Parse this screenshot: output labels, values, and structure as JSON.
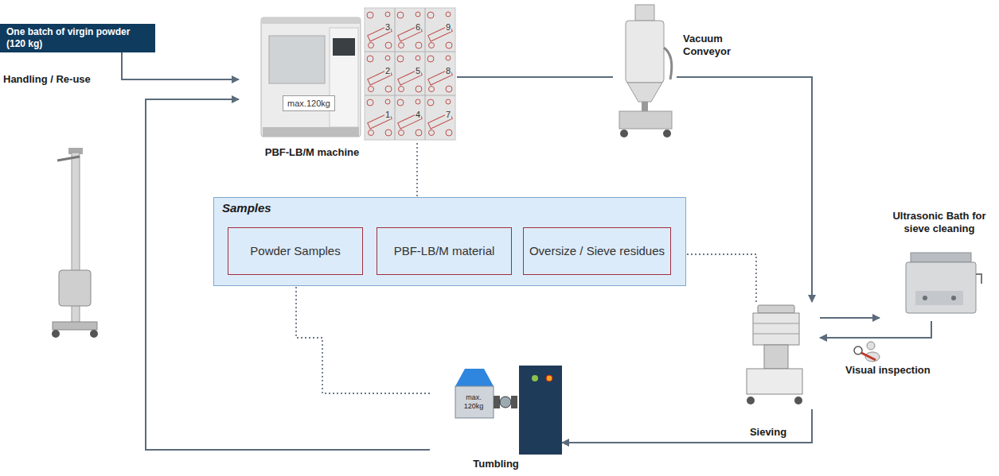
{
  "diagram": {
    "nodes": [
      {
        "text": [
          "One batch of virgin powder (120 kg)"
        ]
      },
      {
        "text": [
          "max.120kg",
          "PBF-LB/M machine"
        ]
      },
      {
        "text": [
          "Vacuum Conveyor"
        ]
      },
      {
        "text": [
          "Samples"
        ]
      },
      {
        "text": [
          "Powder Samples"
        ],
        "in": 3
      },
      {
        "text": [
          "PBF-LB/M material"
        ],
        "in": 3
      },
      {
        "text": [
          "Oversize / Sieve residues"
        ],
        "in": 3
      },
      {
        "text": [
          "Sieving"
        ]
      },
      {
        "text": [
          "Ultrasonic Bath for sieve cleaning"
        ]
      },
      {
        "text": [
          "max. 120kg",
          "Tumbling"
        ]
      }
    ],
    "edges": [
      {
        "from": 0,
        "to": 1,
        "arrow": "to"
      },
      {
        "from": 9,
        "to": 1,
        "arrow": "to"
      },
      {
        "from": 1,
        "to": 2,
        "arrow": "none"
      },
      {
        "from": 2,
        "to": 7,
        "arrow": "to"
      },
      {
        "from": 1,
        "to": 5,
        "arrow": "to"
      },
      {
        "from": 7,
        "to": 8,
        "arrow": "to"
      },
      {
        "from": 8,
        "to": 7,
        "arrow": "to"
      },
      {
        "from": 7,
        "to": 9,
        "arrow": "to"
      },
      {
        "from": 7,
        "to": 6,
        "arrow": "to"
      },
      {
        "from": 9,
        "to": 4,
        "arrow": "to"
      }
    ],
    "labels": [
      "3",
      "6",
      "9",
      "2",
      "5",
      "8",
      "1",
      "4",
      "7",
      "Handling / Re-use",
      "Visual inspection"
    ]
  }
}
